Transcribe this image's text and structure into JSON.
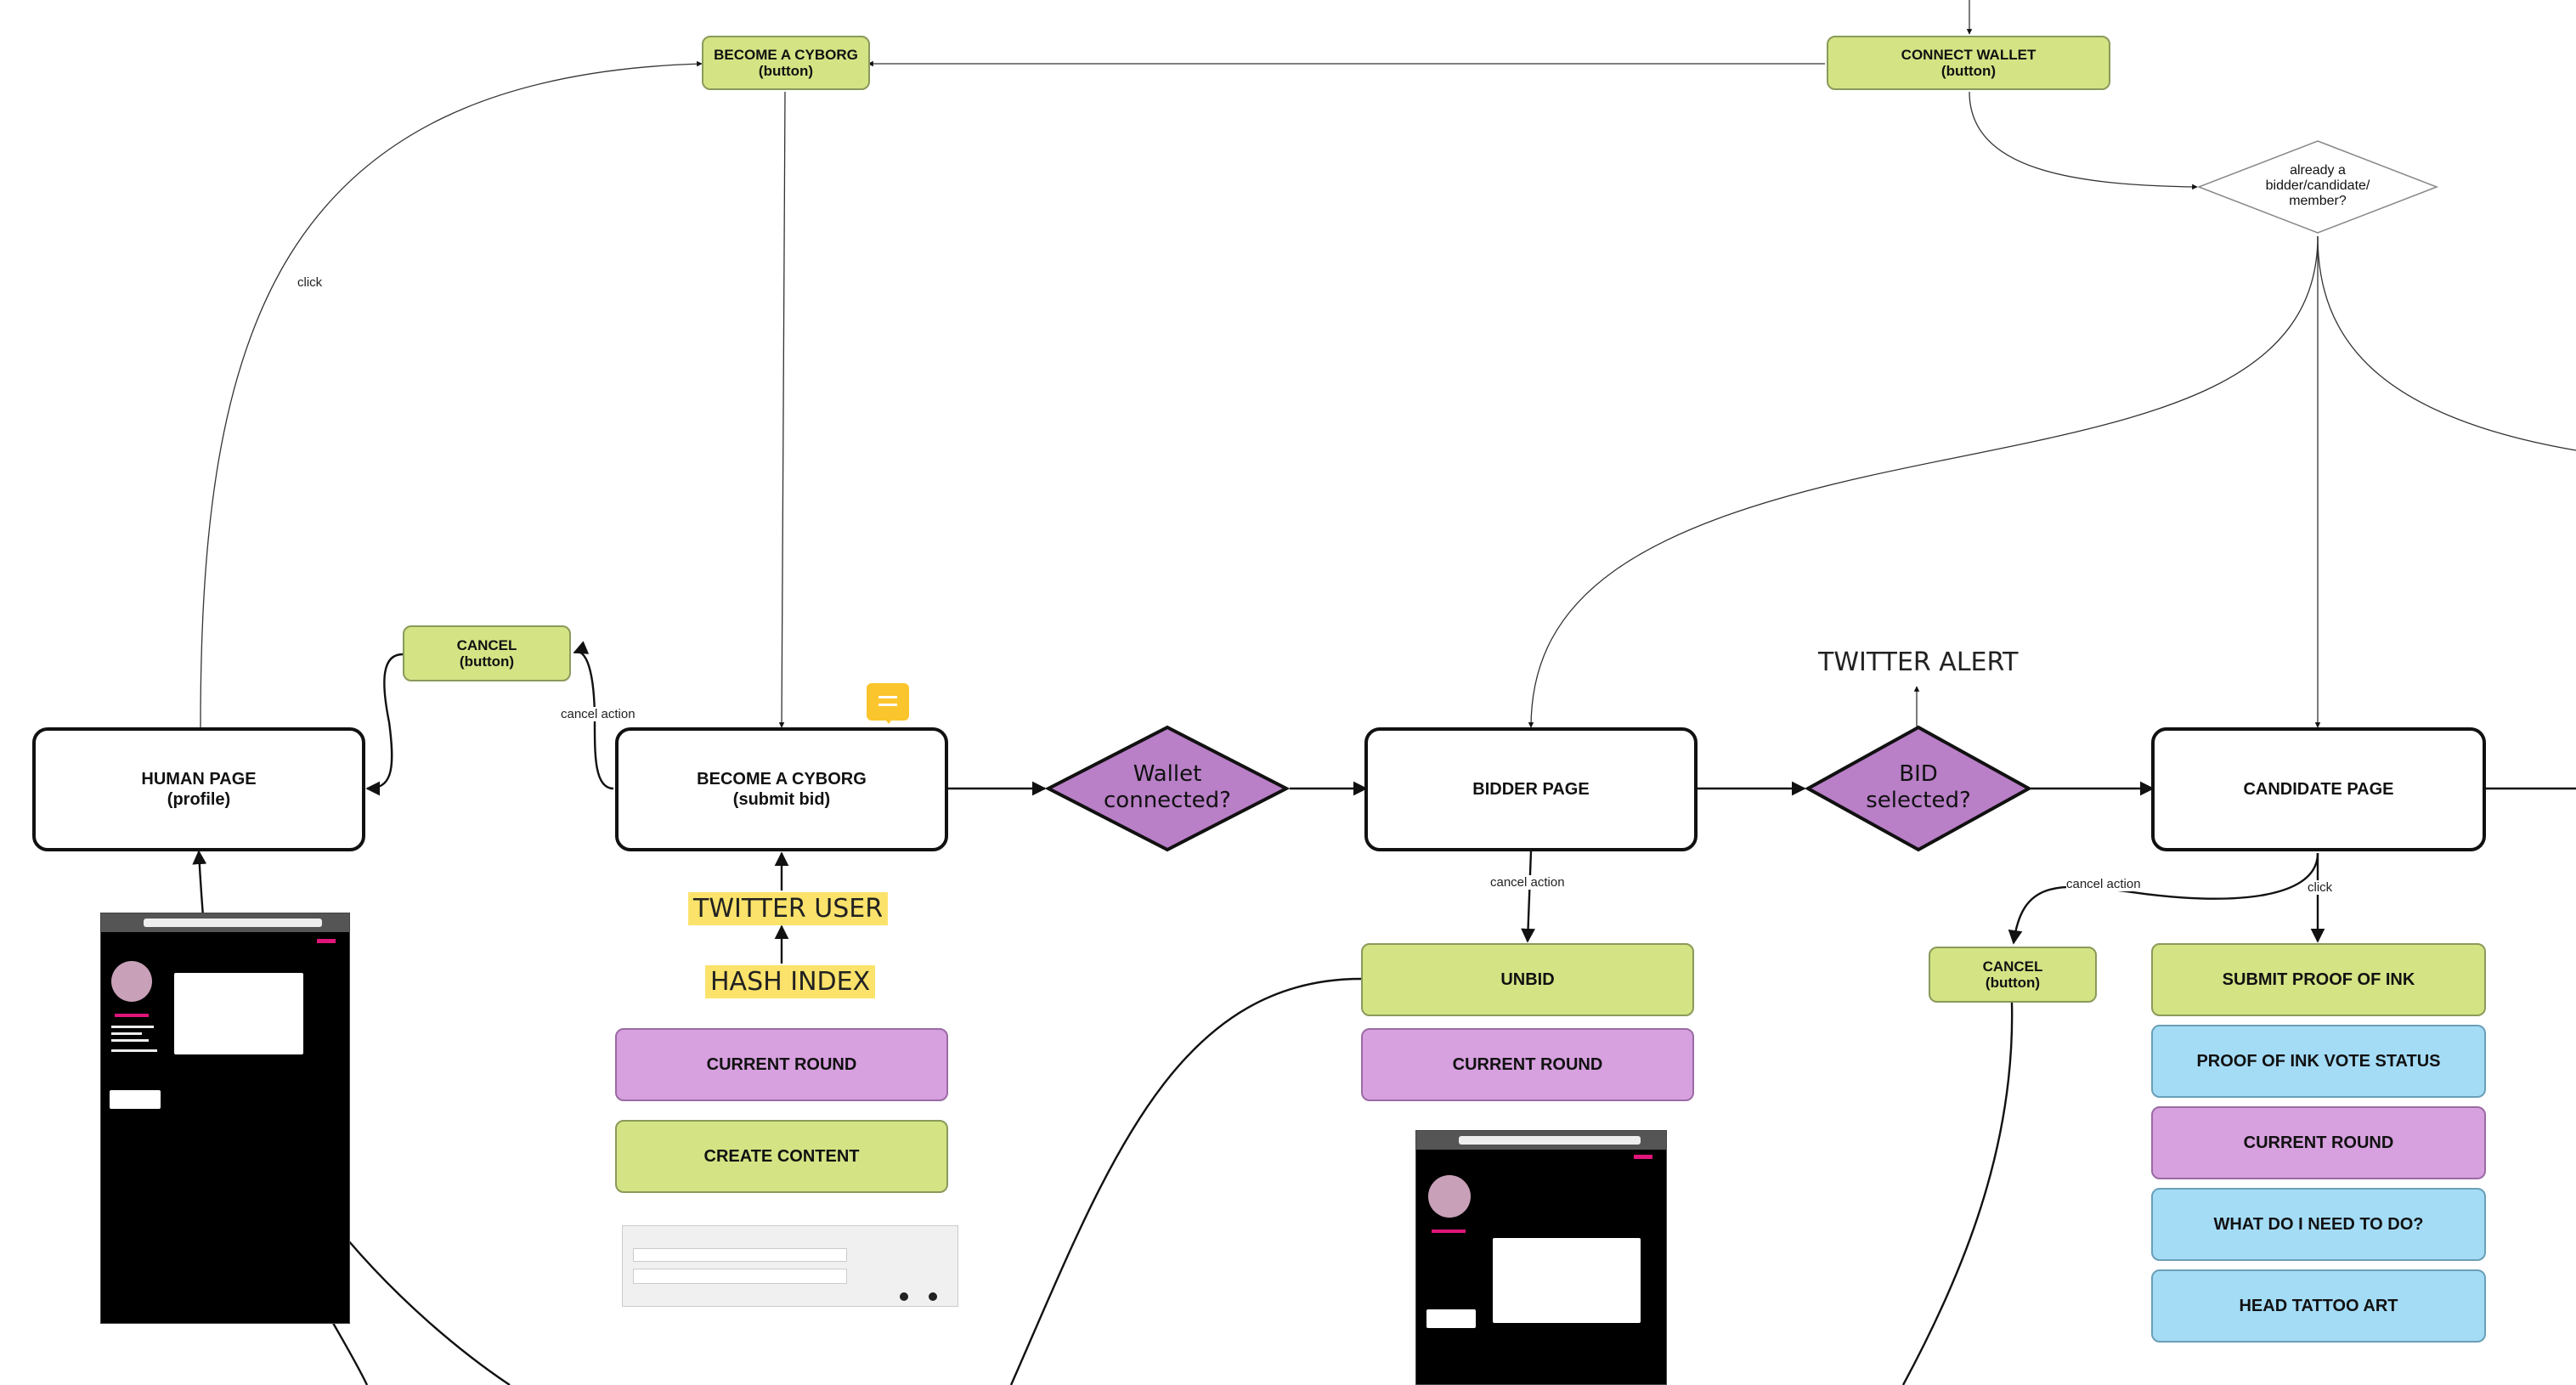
{
  "nodes": {
    "become_cyborg_btn": {
      "line1": "BECOME A CYBORG",
      "line2": "(button)"
    },
    "connect_wallet_btn": {
      "line1": "CONNECT WALLET",
      "line2": "(button)"
    },
    "cancel_btn_left": {
      "line1": "CANCEL",
      "line2": "(button)"
    },
    "human_page": {
      "line1": "HUMAN PAGE",
      "line2": "(profile)"
    },
    "become_cyborg_page": {
      "line1": "BECOME A CYBORG",
      "line2": "(submit bid)"
    },
    "bidder_page": {
      "line1": "BIDDER PAGE"
    },
    "candidate_page": {
      "line1": "CANDIDATE PAGE"
    },
    "cancel_btn_right": {
      "line1": "CANCEL",
      "line2": "(button)"
    },
    "current_round_1": "CURRENT ROUND",
    "create_content": "CREATE CONTENT",
    "unbid": "UNBID",
    "current_round_2": "CURRENT ROUND",
    "submit_proof": "SUBMIT PROOF OF INK",
    "proof_vote_status": "PROOF OF INK VOTE STATUS",
    "current_round_3": "CURRENT ROUND",
    "what_do_i_need": "WHAT DO I NEED TO DO?",
    "head_tattoo_art": "HEAD TATTOO ART"
  },
  "decisions": {
    "already": {
      "line1": "already a",
      "line2": "bidder/candidate/",
      "line3": "member?"
    },
    "wallet": {
      "line1": "Wallet",
      "line2": "connected?"
    },
    "bid": {
      "line1": "BID",
      "line2": "selected?"
    }
  },
  "highlights": {
    "twitter_user": "TWITTER USER",
    "hash_index": "HASH INDEX"
  },
  "annotations": {
    "twitter_alert": "TWITTER ALERT"
  },
  "edge_labels": {
    "click_1": "click",
    "cancel_action_1": "cancel action",
    "cancel_action_2": "cancel action",
    "cancel_action_3": "cancel action",
    "click_2": "click"
  },
  "colors": {
    "green": "#d4e384",
    "purple": "#d7a0df",
    "blue": "#a4dcf6",
    "yellow": "#fbe36b",
    "decision_fill": "#b97fc7"
  }
}
